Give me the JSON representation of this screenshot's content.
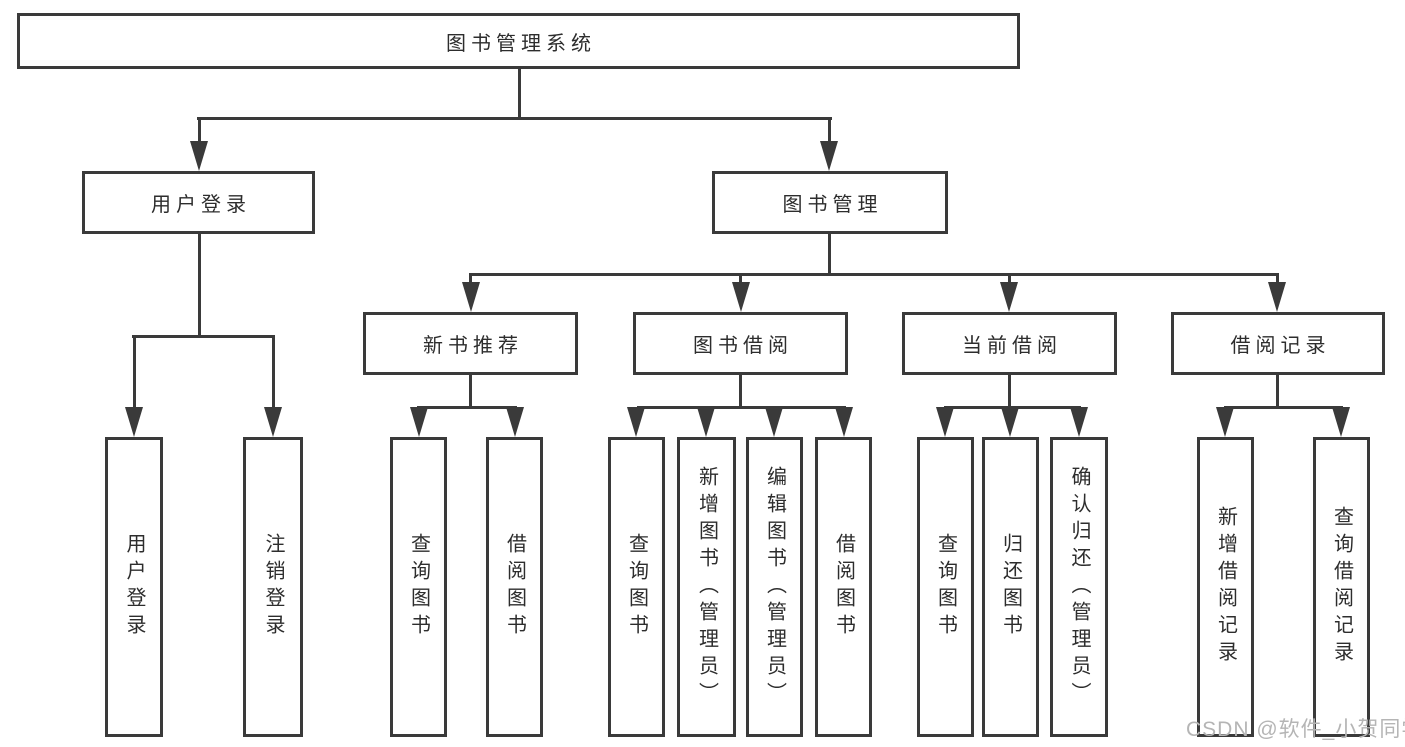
{
  "diagram": {
    "title": "图书管理系统",
    "watermark": "CSDN @软件_小贺同学",
    "colors": {
      "line": "#3a3a3a",
      "box_background": "#ffffff",
      "text": "#2d2d2d",
      "watermark": "#b5b5b5"
    },
    "nodes": {
      "root": {
        "label": "图书管理系统"
      },
      "user_login": {
        "label": "用户登录"
      },
      "book_mgmt": {
        "label": "图书管理"
      },
      "new_book_rec": {
        "label": "新书推荐"
      },
      "book_borrow": {
        "label": "图书借阅"
      },
      "current_borrow": {
        "label": "当前借阅"
      },
      "borrow_record": {
        "label": "借阅记录"
      },
      "leaf_user_login": {
        "label": "用户登录"
      },
      "leaf_logout": {
        "label": "注销登录"
      },
      "leaf_query_book_1": {
        "label": "查询图书"
      },
      "leaf_borrow_book_1": {
        "label": "借阅图书"
      },
      "leaf_query_book_2": {
        "label": "查询图书"
      },
      "leaf_add_book": {
        "label": "新增图书（管理员）"
      },
      "leaf_edit_book": {
        "label": "编辑图书（管理员）"
      },
      "leaf_borrow_book_2": {
        "label": "借阅图书"
      },
      "leaf_query_book_3": {
        "label": "查询图书"
      },
      "leaf_return_book": {
        "label": "归还图书"
      },
      "leaf_confirm_return": {
        "label": "确认归还（管理员）"
      },
      "leaf_add_record": {
        "label": "新增借阅记录"
      },
      "leaf_query_record": {
        "label": "查询借阅记录"
      }
    },
    "hierarchy": {
      "图书管理系统": {
        "用户登录": [
          "用户登录",
          "注销登录"
        ],
        "图书管理": {
          "新书推荐": [
            "查询图书",
            "借阅图书"
          ],
          "图书借阅": [
            "查询图书",
            "新增图书（管理员）",
            "编辑图书（管理员）",
            "借阅图书"
          ],
          "当前借阅": [
            "查询图书",
            "归还图书",
            "确认归还（管理员）"
          ],
          "借阅记录": [
            "新增借阅记录",
            "查询借阅记录"
          ]
        }
      }
    }
  }
}
